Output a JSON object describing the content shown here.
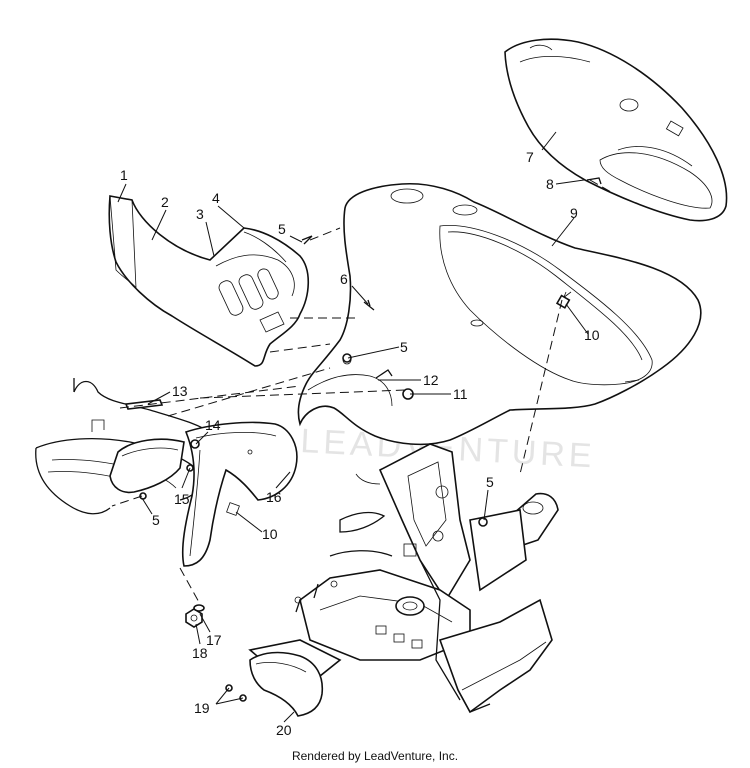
{
  "callouts": [
    "1",
    "2",
    "3",
    "4",
    "5",
    "6",
    "7",
    "8",
    "9",
    "10",
    "11",
    "12",
    "13",
    "14",
    "15",
    "16",
    "17",
    "18",
    "19",
    "20"
  ],
  "labels": [
    {
      "id": "p1",
      "text": "1"
    },
    {
      "id": "p2",
      "text": "2"
    },
    {
      "id": "p3",
      "text": "3"
    },
    {
      "id": "p4",
      "text": "4"
    },
    {
      "id": "p5a",
      "text": "5"
    },
    {
      "id": "p6",
      "text": "6"
    },
    {
      "id": "p7",
      "text": "7"
    },
    {
      "id": "p8",
      "text": "8"
    },
    {
      "id": "p9",
      "text": "9"
    },
    {
      "id": "p10a",
      "text": "10"
    },
    {
      "id": "p5b",
      "text": "5"
    },
    {
      "id": "p12",
      "text": "12"
    },
    {
      "id": "p11",
      "text": "11"
    },
    {
      "id": "p13",
      "text": "13"
    },
    {
      "id": "p14",
      "text": "14"
    },
    {
      "id": "p15",
      "text": "15"
    },
    {
      "id": "p5c",
      "text": "5"
    },
    {
      "id": "p16",
      "text": "16"
    },
    {
      "id": "p10b",
      "text": "10"
    },
    {
      "id": "p5d",
      "text": "5"
    },
    {
      "id": "p17",
      "text": "17"
    },
    {
      "id": "p18",
      "text": "18"
    },
    {
      "id": "p19",
      "text": "19"
    },
    {
      "id": "p20",
      "text": "20"
    }
  ],
  "watermark": "LEADVENTURE",
  "credit": "Rendered by LeadVenture, Inc."
}
